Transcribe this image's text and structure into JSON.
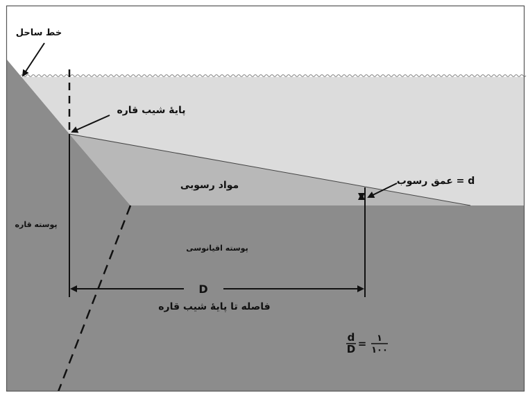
{
  "labels": {
    "coastline": "خط ساحل",
    "slope_base": "پایهٔ شیب قاره",
    "sediment_depth": "عمق رسوب = d",
    "sediments": "مواد رسوبی",
    "continental_crust": "پوسته قاره",
    "oceanic_crust": "پوسته اقیانوسی",
    "distance_symbol": "D",
    "distance_caption": "فاصله تا پایهٔ شیب قاره"
  },
  "formula": {
    "numerator_left": "d",
    "denominator_left": "D",
    "equals": "=",
    "numerator_right": "۱",
    "denominator_right": "۱۰۰"
  },
  "colors": {
    "water": "#dcdcdc",
    "sediment": "#b8b8b8",
    "crust": "#8c8c8c",
    "line": "#111111",
    "frame": "#555555",
    "wave": "#999999"
  }
}
